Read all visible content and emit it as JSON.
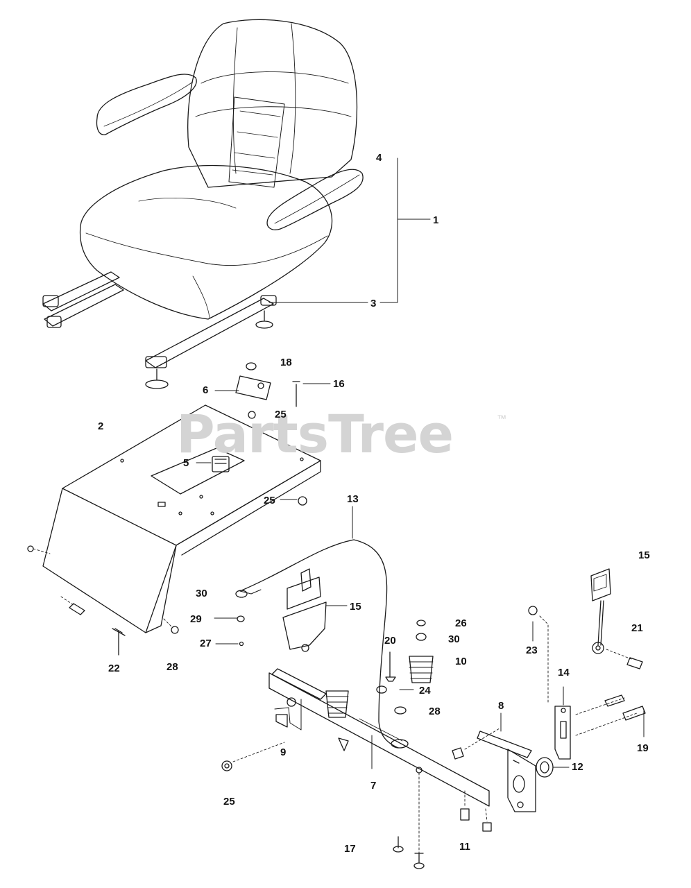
{
  "watermark": {
    "brand": "PartsTree",
    "trademark": "™"
  },
  "callouts": [
    {
      "id": "c4",
      "label": "4"
    },
    {
      "id": "c1",
      "label": "1"
    },
    {
      "id": "c3",
      "label": "3"
    },
    {
      "id": "c18",
      "label": "18"
    },
    {
      "id": "c6",
      "label": "6"
    },
    {
      "id": "c16",
      "label": "16"
    },
    {
      "id": "c2",
      "label": "2"
    },
    {
      "id": "c25a",
      "label": "25"
    },
    {
      "id": "c5",
      "label": "5"
    },
    {
      "id": "c25b",
      "label": "25"
    },
    {
      "id": "c13",
      "label": "13"
    },
    {
      "id": "c15a",
      "label": "15"
    },
    {
      "id": "c30a",
      "label": "30"
    },
    {
      "id": "c15b",
      "label": "15"
    },
    {
      "id": "c29",
      "label": "29"
    },
    {
      "id": "c26",
      "label": "26"
    },
    {
      "id": "c30b",
      "label": "30"
    },
    {
      "id": "c21",
      "label": "21"
    },
    {
      "id": "c27",
      "label": "27"
    },
    {
      "id": "c23",
      "label": "23"
    },
    {
      "id": "c20",
      "label": "20"
    },
    {
      "id": "c10",
      "label": "10"
    },
    {
      "id": "c22",
      "label": "22"
    },
    {
      "id": "c28a",
      "label": "28"
    },
    {
      "id": "c14",
      "label": "14"
    },
    {
      "id": "c24",
      "label": "24"
    },
    {
      "id": "c8",
      "label": "8"
    },
    {
      "id": "c28b",
      "label": "28"
    },
    {
      "id": "c19",
      "label": "19"
    },
    {
      "id": "c9",
      "label": "9"
    },
    {
      "id": "c12",
      "label": "12"
    },
    {
      "id": "c7",
      "label": "7"
    },
    {
      "id": "c25c",
      "label": "25"
    },
    {
      "id": "c11",
      "label": "11"
    },
    {
      "id": "c17",
      "label": "17"
    }
  ],
  "colors": {
    "line": "#1a1a1a",
    "watermark": "#d4d4d4",
    "background": "#ffffff"
  }
}
